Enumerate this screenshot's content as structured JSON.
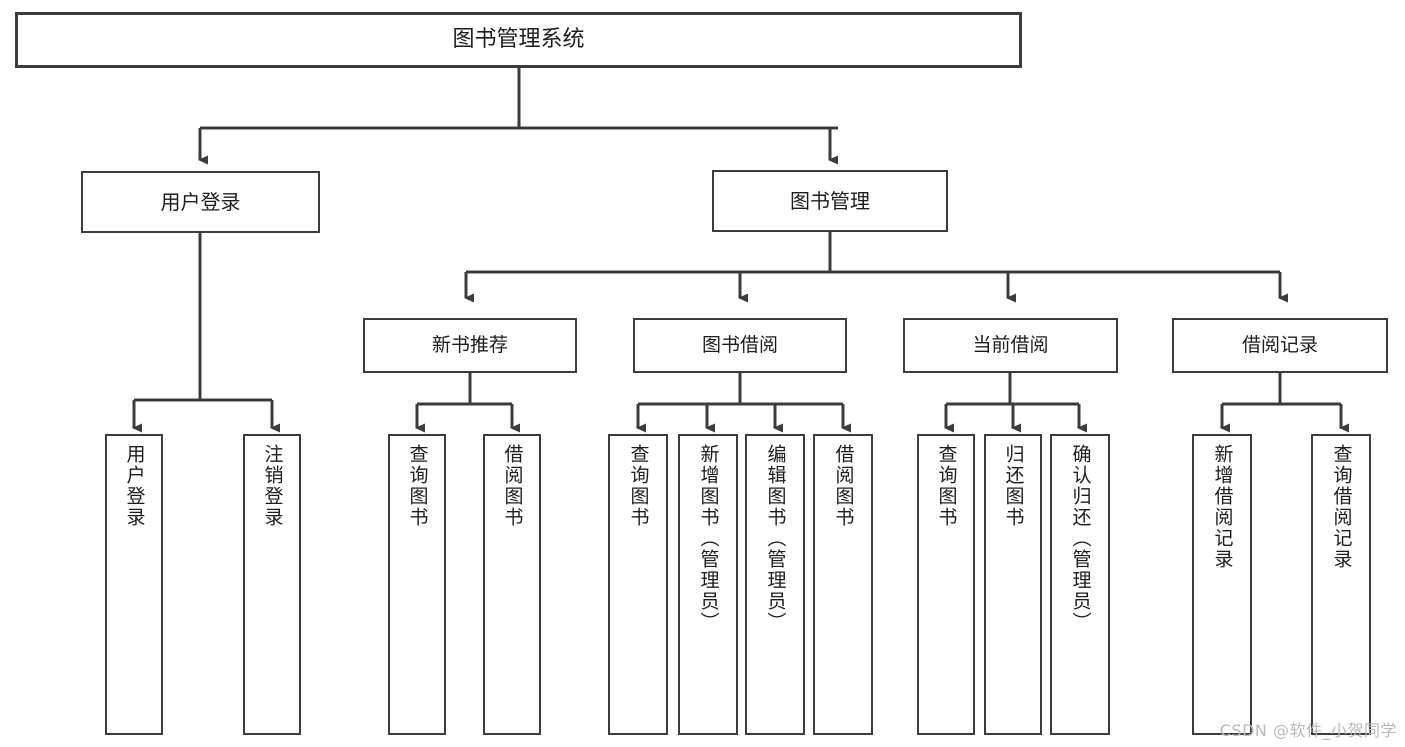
{
  "diagram": {
    "title": "图书管理系统",
    "watermark": "CSDN @软件_小贺同学",
    "style": {
      "stroke": "#3c3c3c",
      "fill": "#ffffff",
      "text": "#1d1d1d",
      "watermark_color": "#b9b9b9"
    },
    "root": {
      "label": "图书管理系统"
    },
    "level1": [
      {
        "label": "用户登录"
      },
      {
        "label": "图书管理"
      }
    ],
    "level2": [
      {
        "label": "新书推荐"
      },
      {
        "label": "图书借阅"
      },
      {
        "label": "当前借阅"
      },
      {
        "label": "借阅记录"
      }
    ],
    "leaves": {
      "user_login": [
        {
          "label": "用户登录"
        },
        {
          "label": "注销登录"
        }
      ],
      "new_book": [
        {
          "label": "查询图书"
        },
        {
          "label": "借阅图书"
        }
      ],
      "book_borrow": [
        {
          "label": "查询图书"
        },
        {
          "label": "新增图书（管理员）"
        },
        {
          "label": "编辑图书（管理员）"
        },
        {
          "label": "借阅图书"
        }
      ],
      "current_borrow": [
        {
          "label": "查询图书"
        },
        {
          "label": "归还图书"
        },
        {
          "label": "确认归还（管理员）"
        }
      ],
      "borrow_record": [
        {
          "label": "新增借阅记录"
        },
        {
          "label": "查询借阅记录"
        }
      ]
    }
  },
  "chart_data": {
    "type": "table",
    "title": "图书管理系统 功能结构图",
    "nodes": [
      {
        "id": "root",
        "label": "图书管理系统",
        "level": 0,
        "parent": null
      },
      {
        "id": "n1",
        "label": "用户登录",
        "level": 1,
        "parent": "root"
      },
      {
        "id": "n2",
        "label": "图书管理",
        "level": 1,
        "parent": "root"
      },
      {
        "id": "n1a",
        "label": "用户登录",
        "level": 2,
        "parent": "n1"
      },
      {
        "id": "n1b",
        "label": "注销登录",
        "level": 2,
        "parent": "n1"
      },
      {
        "id": "n21",
        "label": "新书推荐",
        "level": 2,
        "parent": "n2"
      },
      {
        "id": "n22",
        "label": "图书借阅",
        "level": 2,
        "parent": "n2"
      },
      {
        "id": "n23",
        "label": "当前借阅",
        "level": 2,
        "parent": "n2"
      },
      {
        "id": "n24",
        "label": "借阅记录",
        "level": 2,
        "parent": "n2"
      },
      {
        "id": "n21a",
        "label": "查询图书",
        "level": 3,
        "parent": "n21"
      },
      {
        "id": "n21b",
        "label": "借阅图书",
        "level": 3,
        "parent": "n21"
      },
      {
        "id": "n22a",
        "label": "查询图书",
        "level": 3,
        "parent": "n22"
      },
      {
        "id": "n22b",
        "label": "新增图书（管理员）",
        "level": 3,
        "parent": "n22"
      },
      {
        "id": "n22c",
        "label": "编辑图书（管理员）",
        "level": 3,
        "parent": "n22"
      },
      {
        "id": "n22d",
        "label": "借阅图书",
        "level": 3,
        "parent": "n22"
      },
      {
        "id": "n23a",
        "label": "查询图书",
        "level": 3,
        "parent": "n23"
      },
      {
        "id": "n23b",
        "label": "归还图书",
        "level": 3,
        "parent": "n23"
      },
      {
        "id": "n23c",
        "label": "确认归还（管理员）",
        "level": 3,
        "parent": "n23"
      },
      {
        "id": "n24a",
        "label": "新增借阅记录",
        "level": 3,
        "parent": "n24"
      },
      {
        "id": "n24b",
        "label": "查询借阅记录",
        "level": 3,
        "parent": "n24"
      }
    ]
  }
}
